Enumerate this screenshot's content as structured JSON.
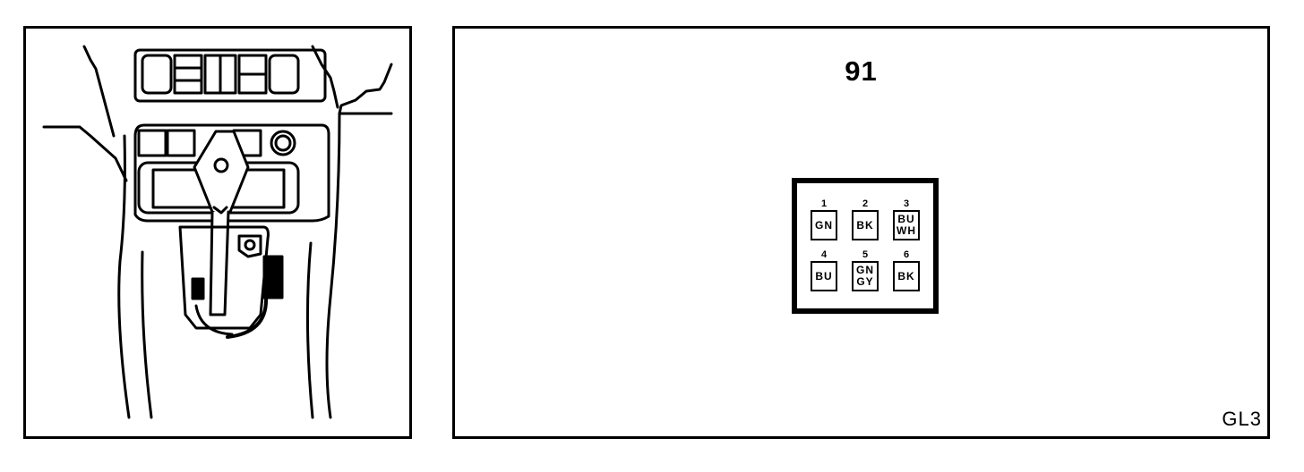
{
  "connector": {
    "number": "91",
    "pins": [
      {
        "num": "1",
        "code": [
          "GN"
        ]
      },
      {
        "num": "2",
        "code": [
          "BK"
        ]
      },
      {
        "num": "3",
        "code": [
          "BU",
          "WH"
        ]
      },
      {
        "num": "4",
        "code": [
          "BU"
        ]
      },
      {
        "num": "5",
        "code": [
          "GN",
          "GY"
        ]
      },
      {
        "num": "6",
        "code": [
          "BK"
        ]
      }
    ]
  },
  "figure_code": "GL3"
}
